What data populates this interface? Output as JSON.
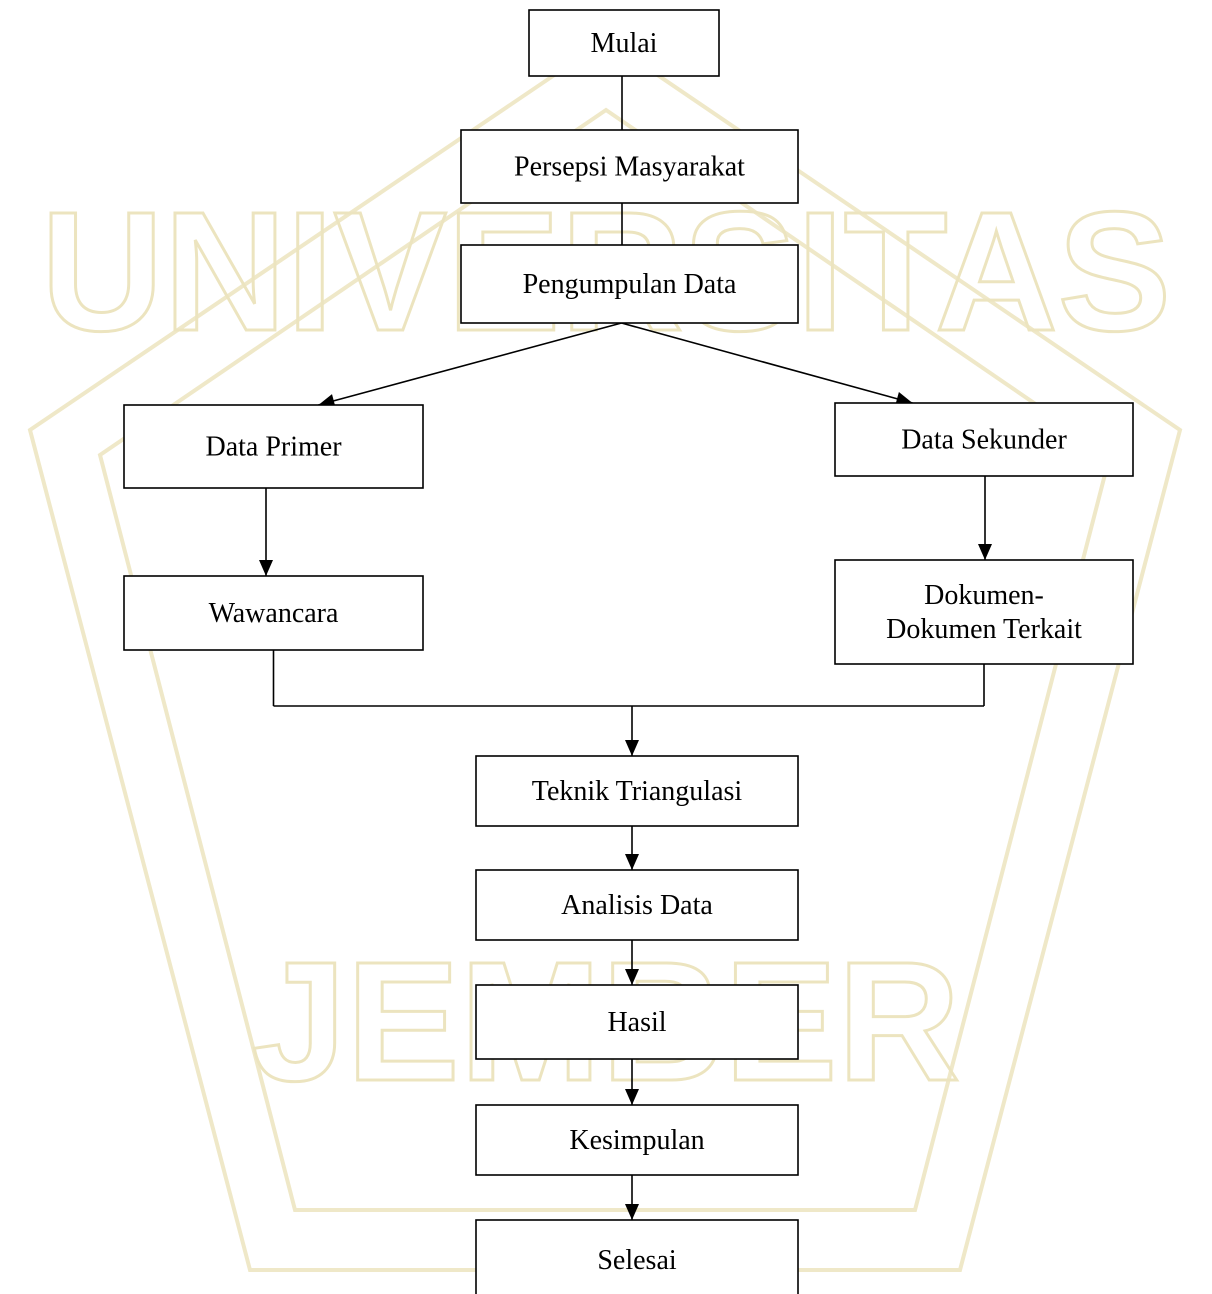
{
  "diagram": {
    "nodes": [
      {
        "id": "mulai",
        "lines": [
          "Mulai"
        ]
      },
      {
        "id": "persepsi",
        "lines": [
          "Persepsi Masyarakat"
        ]
      },
      {
        "id": "pengumpulan",
        "lines": [
          "Pengumpulan Data"
        ]
      },
      {
        "id": "primer",
        "lines": [
          "Data Primer"
        ]
      },
      {
        "id": "sekunder",
        "lines": [
          "Data Sekunder"
        ]
      },
      {
        "id": "wawancara",
        "lines": [
          "Wawancara"
        ]
      },
      {
        "id": "dokumen",
        "lines": [
          "Dokumen-",
          "Dokumen Terkait"
        ]
      },
      {
        "id": "triangulasi",
        "lines": [
          "Teknik Triangulasi"
        ]
      },
      {
        "id": "analisis",
        "lines": [
          "Analisis Data"
        ]
      },
      {
        "id": "hasil",
        "lines": [
          "Hasil"
        ]
      },
      {
        "id": "kesimpulan",
        "lines": [
          "Kesimpulan"
        ]
      },
      {
        "id": "selesai",
        "lines": [
          "Selesai"
        ]
      }
    ],
    "edges": [
      {
        "from": "mulai",
        "to": "persepsi",
        "arrow": false
      },
      {
        "from": "persepsi",
        "to": "pengumpulan",
        "arrow": false
      },
      {
        "from": "pengumpulan",
        "to": "primer",
        "arrow": true
      },
      {
        "from": "pengumpulan",
        "to": "sekunder",
        "arrow": true
      },
      {
        "from": "primer",
        "to": "wawancara",
        "arrow": true
      },
      {
        "from": "sekunder",
        "to": "dokumen",
        "arrow": true
      },
      {
        "from": "wawancara",
        "to": "triangulasi",
        "arrow": true,
        "merge": true
      },
      {
        "from": "dokumen",
        "to": "triangulasi",
        "arrow": true,
        "merge": true
      },
      {
        "from": "triangulasi",
        "to": "analisis",
        "arrow": true
      },
      {
        "from": "analisis",
        "to": "hasil",
        "arrow": true
      },
      {
        "from": "hasil",
        "to": "kesimpulan",
        "arrow": true
      },
      {
        "from": "kesimpulan",
        "to": "selesai",
        "arrow": true
      }
    ]
  },
  "watermark": {
    "color": "#ece4bf",
    "lines": [
      "UNIVERSITAS",
      "JEMBER"
    ]
  }
}
